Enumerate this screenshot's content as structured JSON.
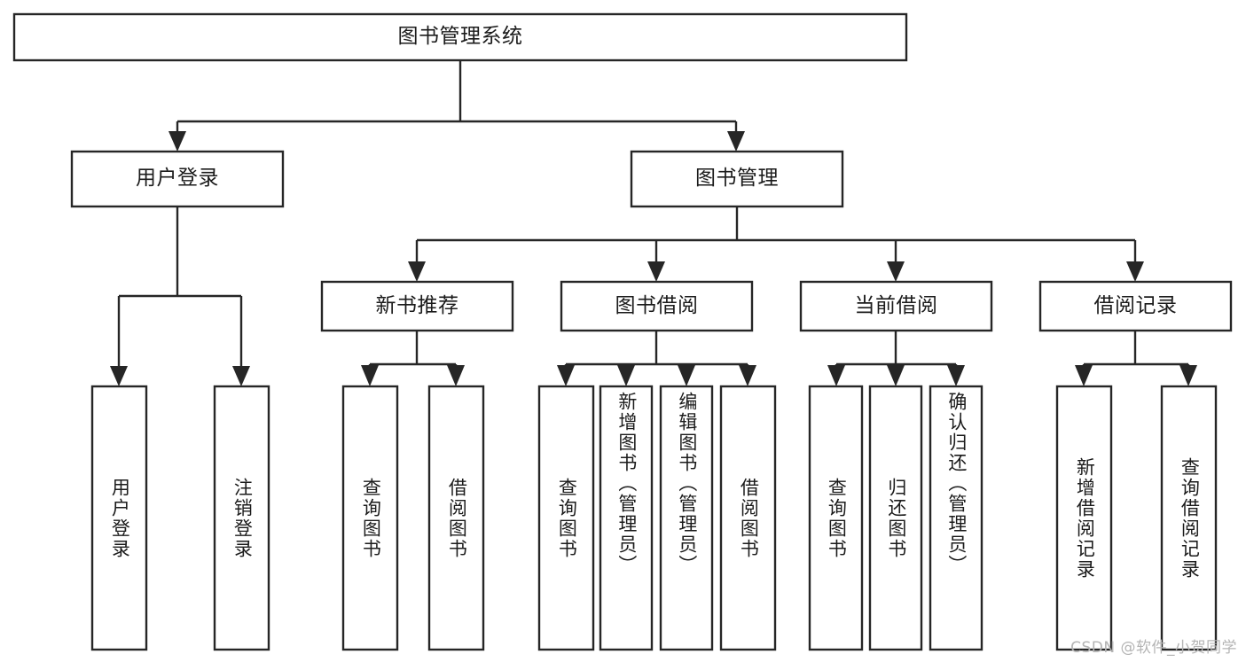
{
  "diagram": {
    "title": "图书管理系统",
    "type": "tree-hierarchy-diagram",
    "watermark": "CSDN @软件_小贺同学",
    "colors": {
      "box_stroke": "#262626",
      "box_fill": "#ffffff",
      "text": "#1b1b1b",
      "background": "#ffffff",
      "watermark": "#b4b4b4"
    },
    "nodes": {
      "root": {
        "label": "图书管理系统"
      },
      "level2": [
        {
          "label": "用户登录"
        },
        {
          "label": "图书管理"
        }
      ],
      "level3": [
        {
          "label": "新书推荐"
        },
        {
          "label": "图书借阅"
        },
        {
          "label": "当前借阅"
        },
        {
          "label": "借阅记录"
        }
      ],
      "leaves_user_login": [
        {
          "label": "用户登录"
        },
        {
          "label": "注销登录"
        }
      ],
      "leaves_new_book": [
        {
          "label": "查询图书"
        },
        {
          "label": "借阅图书"
        }
      ],
      "leaves_borrow": [
        {
          "label": "查询图书"
        },
        {
          "label": "新增图书（管理员）"
        },
        {
          "label": "编辑图书（管理员）"
        },
        {
          "label": "借阅图书"
        }
      ],
      "leaves_current": [
        {
          "label": "查询图书"
        },
        {
          "label": "归还图书"
        },
        {
          "label": "确认归还（管理员）"
        }
      ],
      "leaves_records": [
        {
          "label": "新增借阅记录"
        },
        {
          "label": "查询借阅记录"
        }
      ]
    }
  }
}
